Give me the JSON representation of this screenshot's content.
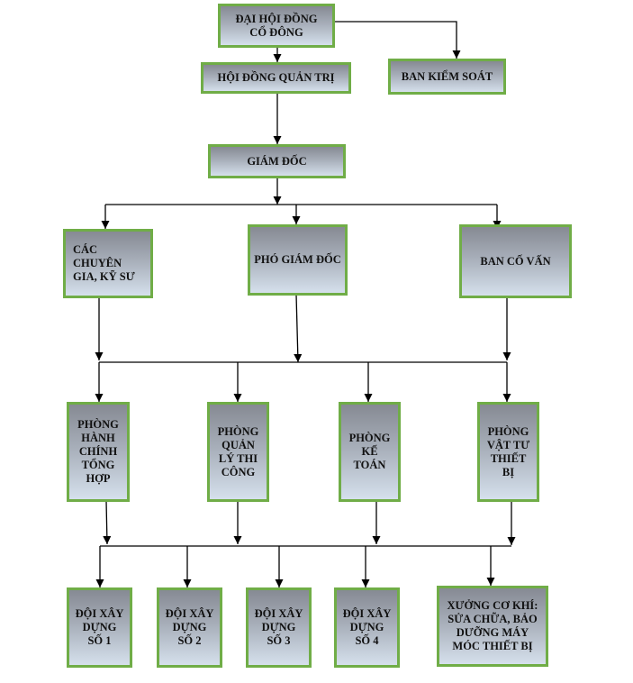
{
  "chart_title": "",
  "colors": {
    "box_border": "#70ad47",
    "box_gradient_top": "#868a93",
    "box_gradient_bottom": "#d5e0ec",
    "line": "#000000"
  },
  "nodes": {
    "dai_hoi_dong_co_dong": "ĐẠI HỘI ĐỒNG\nCỔ ĐÔNG",
    "hoi_dong_quan_tri": "HỘI ĐỒNG QUẢN TRỊ",
    "ban_kiem_soat": "BAN KIỂM SOÁT",
    "giam_doc": "GIÁM ĐỐC",
    "cac_chuyen_gia": "CÁC CHUYÊN\nGIA, KỸ SƯ",
    "pho_giam_doc": "PHÓ GIÁM ĐỐC",
    "ban_co_van": "BAN CỐ VẤN",
    "phong_hanh_chinh": "PHÒNG\nHÀNH\nCHÍNH\nTỔNG\nHỢP",
    "phong_quan_ly": "PHÒNG\nQUẢN\nLÝ THI\nCÔNG",
    "phong_ke_toan": "PHÒNG\nKẾ\nTOÁN",
    "phong_vat_tu": "PHÒNG\nVẬT TƯ\nTHIẾT\nBỊ",
    "doi_1": "ĐỘI XÂY\nDỰNG\nSỐ 1",
    "doi_2": "ĐỘI XÂY\nDỰNG\nSỐ 2",
    "doi_3": "ĐỘI XÂY\nDỰNG\nSỐ 3",
    "doi_4": "ĐỘI XÂY\nDỰNG\nSỐ 4",
    "xuong_co_khi": "XƯỞNG CƠ KHÍ:\nSỬA CHỮA, BẢO\nDƯỠNG MÁY\nMÓC THIẾT BỊ"
  },
  "edges": [
    [
      "dai_hoi_dong_co_dong",
      "hoi_dong_quan_tri"
    ],
    [
      "dai_hoi_dong_co_dong",
      "ban_kiem_soat"
    ],
    [
      "hoi_dong_quan_tri",
      "giam_doc"
    ],
    [
      "giam_doc",
      "cac_chuyen_gia"
    ],
    [
      "giam_doc",
      "pho_giam_doc"
    ],
    [
      "giam_doc",
      "ban_co_van"
    ],
    [
      "cac_chuyen_gia",
      "phong_ban_bus"
    ],
    [
      "pho_giam_doc",
      "phong_ban_bus"
    ],
    [
      "ban_co_van",
      "phong_ban_bus"
    ],
    [
      "phong_ban_bus",
      "phong_hanh_chinh"
    ],
    [
      "phong_ban_bus",
      "phong_quan_ly"
    ],
    [
      "phong_ban_bus",
      "phong_ke_toan"
    ],
    [
      "phong_ban_bus",
      "phong_vat_tu"
    ],
    [
      "phong_hanh_chinh",
      "doi_bus"
    ],
    [
      "phong_quan_ly",
      "doi_bus"
    ],
    [
      "phong_ke_toan",
      "doi_bus"
    ],
    [
      "phong_vat_tu",
      "doi_bus"
    ],
    [
      "doi_bus",
      "doi_1"
    ],
    [
      "doi_bus",
      "doi_2"
    ],
    [
      "doi_bus",
      "doi_3"
    ],
    [
      "doi_bus",
      "doi_4"
    ],
    [
      "doi_bus",
      "xuong_co_khi"
    ]
  ]
}
